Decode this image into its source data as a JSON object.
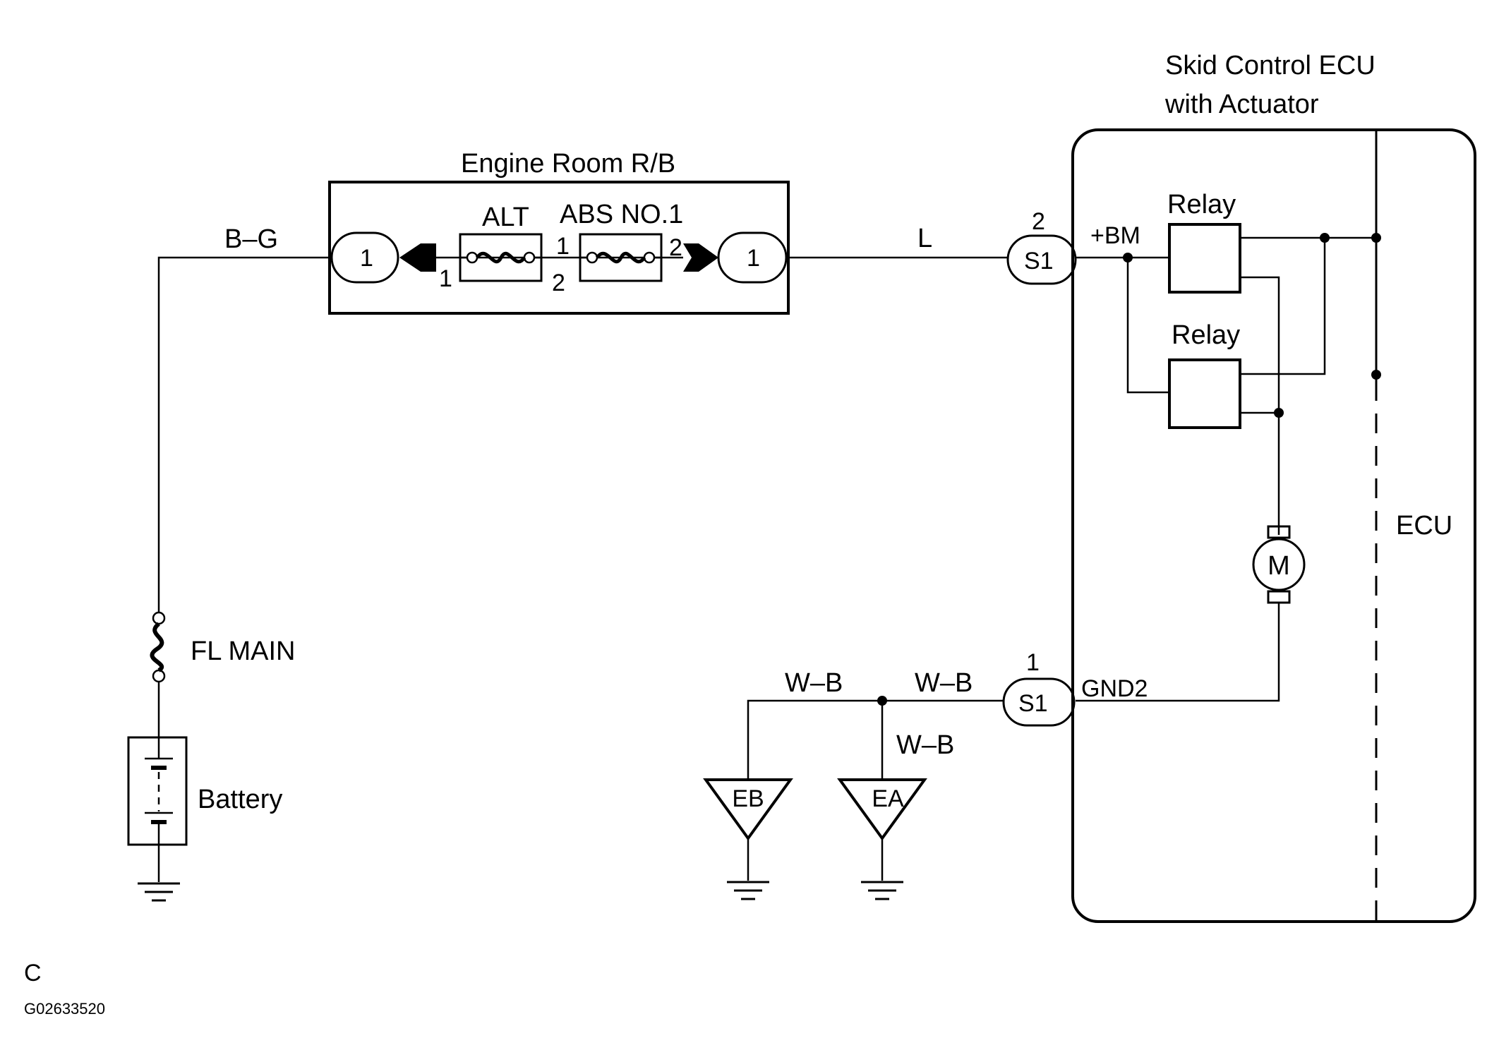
{
  "labels": {
    "ecu_title_1": "Skid Control ECU",
    "ecu_title_2": "with Actuator",
    "engine_room": "Engine Room R/B",
    "alt": "ALT",
    "abs_no1": "ABS NO.1",
    "wire_bg": "B–G",
    "wire_l": "L",
    "wire_wb_1": "W–B",
    "wire_wb_2": "W–B",
    "wire_wb_3": "W–B",
    "fl_main": "FL MAIN",
    "battery": "Battery",
    "bm": "+BM",
    "gnd2": "GND2",
    "relay_1": "Relay",
    "relay_2": "Relay",
    "ecu": "ECU",
    "motor": "M",
    "ground_eb": "EB",
    "ground_ea": "EA",
    "corner_letter": "C",
    "figure_code": "G02633520"
  },
  "connectors": {
    "rb_left": "1",
    "rb_right": "1",
    "s1_top": "S1",
    "s1_bottom": "S1"
  },
  "pins": {
    "s1_top_pin": "2",
    "s1_bottom_pin": "1",
    "alt_left": "1",
    "alt_right": "2",
    "abs_left": "1",
    "abs_right": "2"
  }
}
